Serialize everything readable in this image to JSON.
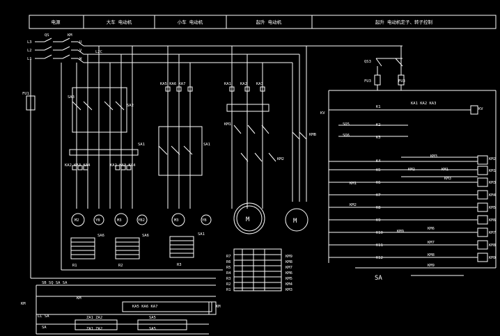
{
  "header": {
    "power": "电源",
    "bridge_motor": "大车 电动机",
    "trolley_motor": "小车 电动机",
    "hoist_motor": "起升 电动机",
    "hoist_control": "起升 电动机定子、转子控制"
  },
  "labels": {
    "l3": "L3",
    "l2": "L2",
    "l1": "L1",
    "qs": "QS",
    "km": "KM",
    "u": "U",
    "v": "V",
    "w": "W",
    "l2_bus": "L2C",
    "fu1": "FU1",
    "sa3": "SA3",
    "sa2": "SA2",
    "ka_set1": "KA2 KA3 KA4",
    "ka_set2": "KA2 KA3 KA4",
    "sa6a": "SA6",
    "sa6b": "SA6",
    "r1": "R1",
    "r2": "R2",
    "m2": "M2",
    "m3": "M3",
    "yb": "YB",
    "yb2": "YB2",
    "ka_trolley": "KA5 KA6 KA7",
    "sa1a": "SA1",
    "sa1b": "SA1",
    "sa1c": "SA1",
    "r3": "R3",
    "m4": "M3",
    "yb3": "YB",
    "ka1": "KA1",
    "ka2": "KA2",
    "ka3": "KA3",
    "km1": "KM1",
    "km2": "KM2",
    "kmb": "KMB",
    "motor_main": "M",
    "motor_brake": "M",
    "r7": "R7",
    "r6": "R6",
    "r5": "R5",
    "r4": "R4",
    "r3b": "R3",
    "r2b": "R2",
    "r1b": "R1",
    "km9": "KM9",
    "km8": "KM8",
    "km7": "KM7",
    "km6": "KM6",
    "km5": "KM5",
    "km4": "KM4",
    "km3": "KM3",
    "qs3": "QS3",
    "fu3": "FU3",
    "fu3b": "FU3",
    "kv_left": "KV",
    "ka_right": "KA1 KA2 KA3",
    "kv_right": "KV",
    "sq5": "SQ5",
    "sq6": "SQ6",
    "sa": "SA",
    "k1": "K1",
    "k2": "K2",
    "k3": "K3",
    "k4": "K4",
    "k5": "K5",
    "k6": "K6",
    "k7": "K7",
    "k8": "K8",
    "k9": "K9",
    "k10": "K10",
    "k11": "K11",
    "k12": "K12",
    "km2_coil": "KM2",
    "km1_coil": "KM1",
    "km3_coil": "KM3",
    "km4_coil": "KM4",
    "km5_coil": "KM5",
    "km6_coil": "KM6",
    "km7_coil": "KM7",
    "km8_coil": "KM8",
    "km9_coil": "KM9",
    "km3_contact": "KM3",
    "km2_contact": "KM2",
    "km1_contact": "KM1",
    "km3_contact_b": "KM3",
    "km1_rung": "KM1",
    "km2_rung": "KM2",
    "km9_contact": "KM9",
    "km6_contact": "KM6",
    "km7_contact": "KM7",
    "km8_contact": "KM8",
    "km9_contact_b": "KM9",
    "sq_row": "SB  SQ  SA  SA",
    "km_bottom": "KM",
    "km_bottom2": "KM",
    "ka_bottom": "KA5  KA6  KA7",
    "ka_right_b": "KM",
    "ll_row": "LL SA",
    "sa_row": "SA",
    "sa4_a": "ZA1  ZA2",
    "sa4_b": "ZA1  ZA2",
    "sa5_a": "SA5",
    "sa5_b": "SA5"
  }
}
